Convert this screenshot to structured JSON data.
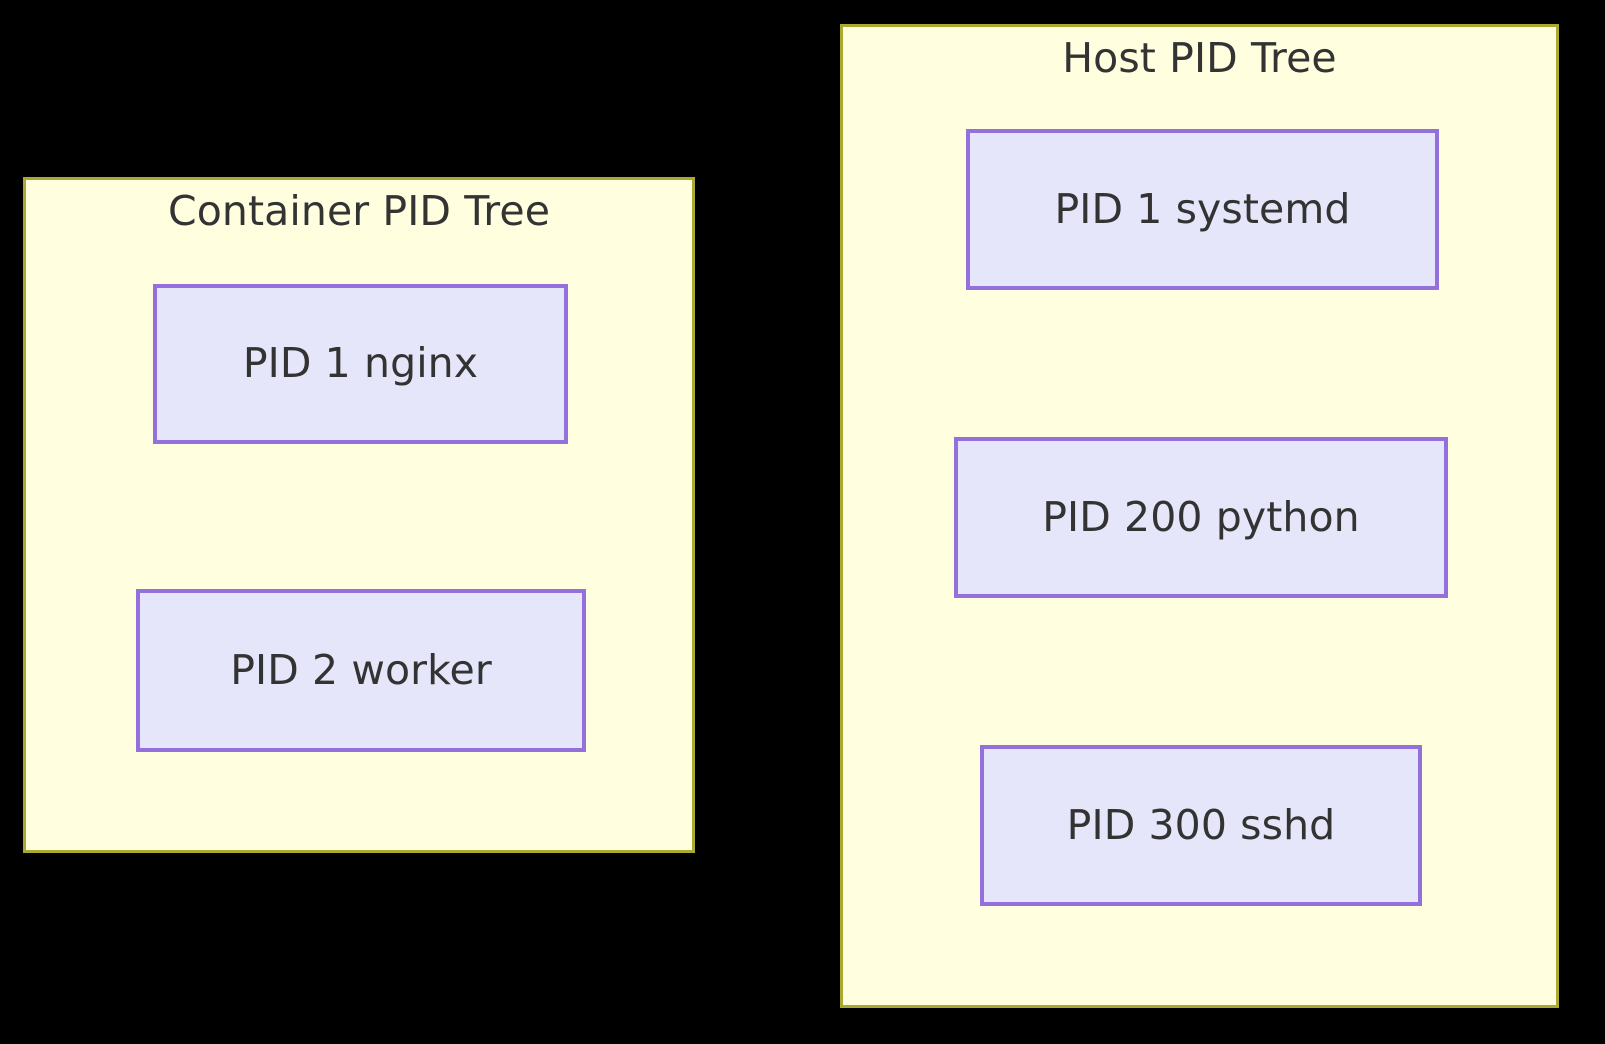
{
  "diagram": {
    "background_color": "#000000",
    "panel_fill": "#ffffe0",
    "panel_border": "#aaaa33",
    "node_fill": "#e6e6fa",
    "node_border": "#9370db",
    "text_color": "#333333"
  },
  "panels": [
    {
      "id": "container",
      "title": "Container PID Tree",
      "nodes": [
        {
          "label": "PID 1 nginx"
        },
        {
          "label": "PID 2 worker"
        }
      ]
    },
    {
      "id": "host",
      "title": "Host PID Tree",
      "nodes": [
        {
          "label": "PID 1 systemd"
        },
        {
          "label": "PID 200 python"
        },
        {
          "label": "PID 300 sshd"
        }
      ]
    }
  ]
}
